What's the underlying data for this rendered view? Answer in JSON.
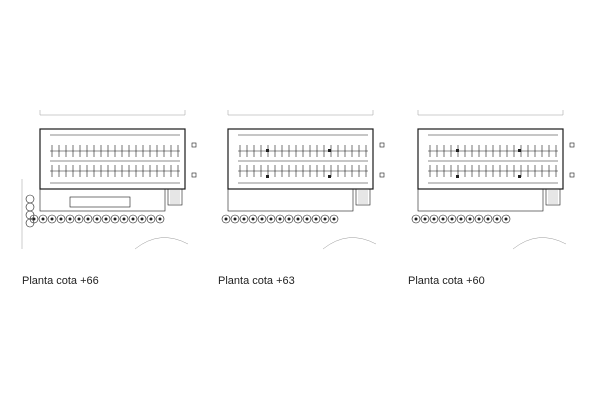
{
  "plans": [
    {
      "id": "plan-66",
      "label": "Planta cota +66",
      "variant": "top"
    },
    {
      "id": "plan-63",
      "label": "Planta cota +63",
      "variant": "mid"
    },
    {
      "id": "plan-60",
      "label": "Planta cota +60",
      "variant": "low"
    }
  ]
}
